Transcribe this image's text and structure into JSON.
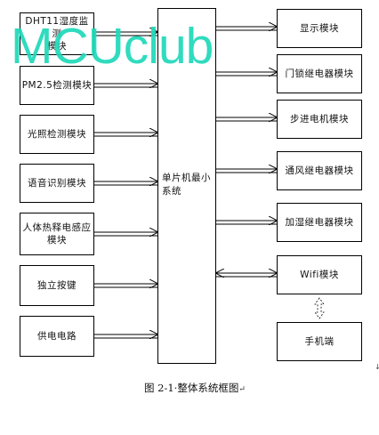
{
  "watermark": "MCUclub",
  "center": {
    "line1": "单片机最小",
    "line2": "系统"
  },
  "left_modules": [
    {
      "lines": [
        "DHT11湿度监测",
        "模块"
      ]
    },
    {
      "lines": [
        "PM2.5检测模块"
      ]
    },
    {
      "lines": [
        "光照检测模块"
      ]
    },
    {
      "lines": [
        "语音识别模块"
      ]
    },
    {
      "lines": [
        "人体热释电感应",
        "模块"
      ]
    },
    {
      "lines": [
        "独立按键"
      ]
    },
    {
      "lines": [
        "供电电路"
      ]
    }
  ],
  "right_modules": [
    {
      "lines": [
        "显示模块"
      ]
    },
    {
      "lines": [
        "门锁继电器模块"
      ]
    },
    {
      "lines": [
        "步进电机模块"
      ]
    },
    {
      "lines": [
        "通风继电器模块"
      ]
    },
    {
      "lines": [
        "加湿继电器模块"
      ]
    },
    {
      "lines": [
        "Wifi模块"
      ]
    },
    {
      "lines": [
        "手机端"
      ]
    }
  ],
  "caption": {
    "text": "图 2-1·整体系统框图",
    "mark": "↵"
  },
  "edge_mark": "↓"
}
